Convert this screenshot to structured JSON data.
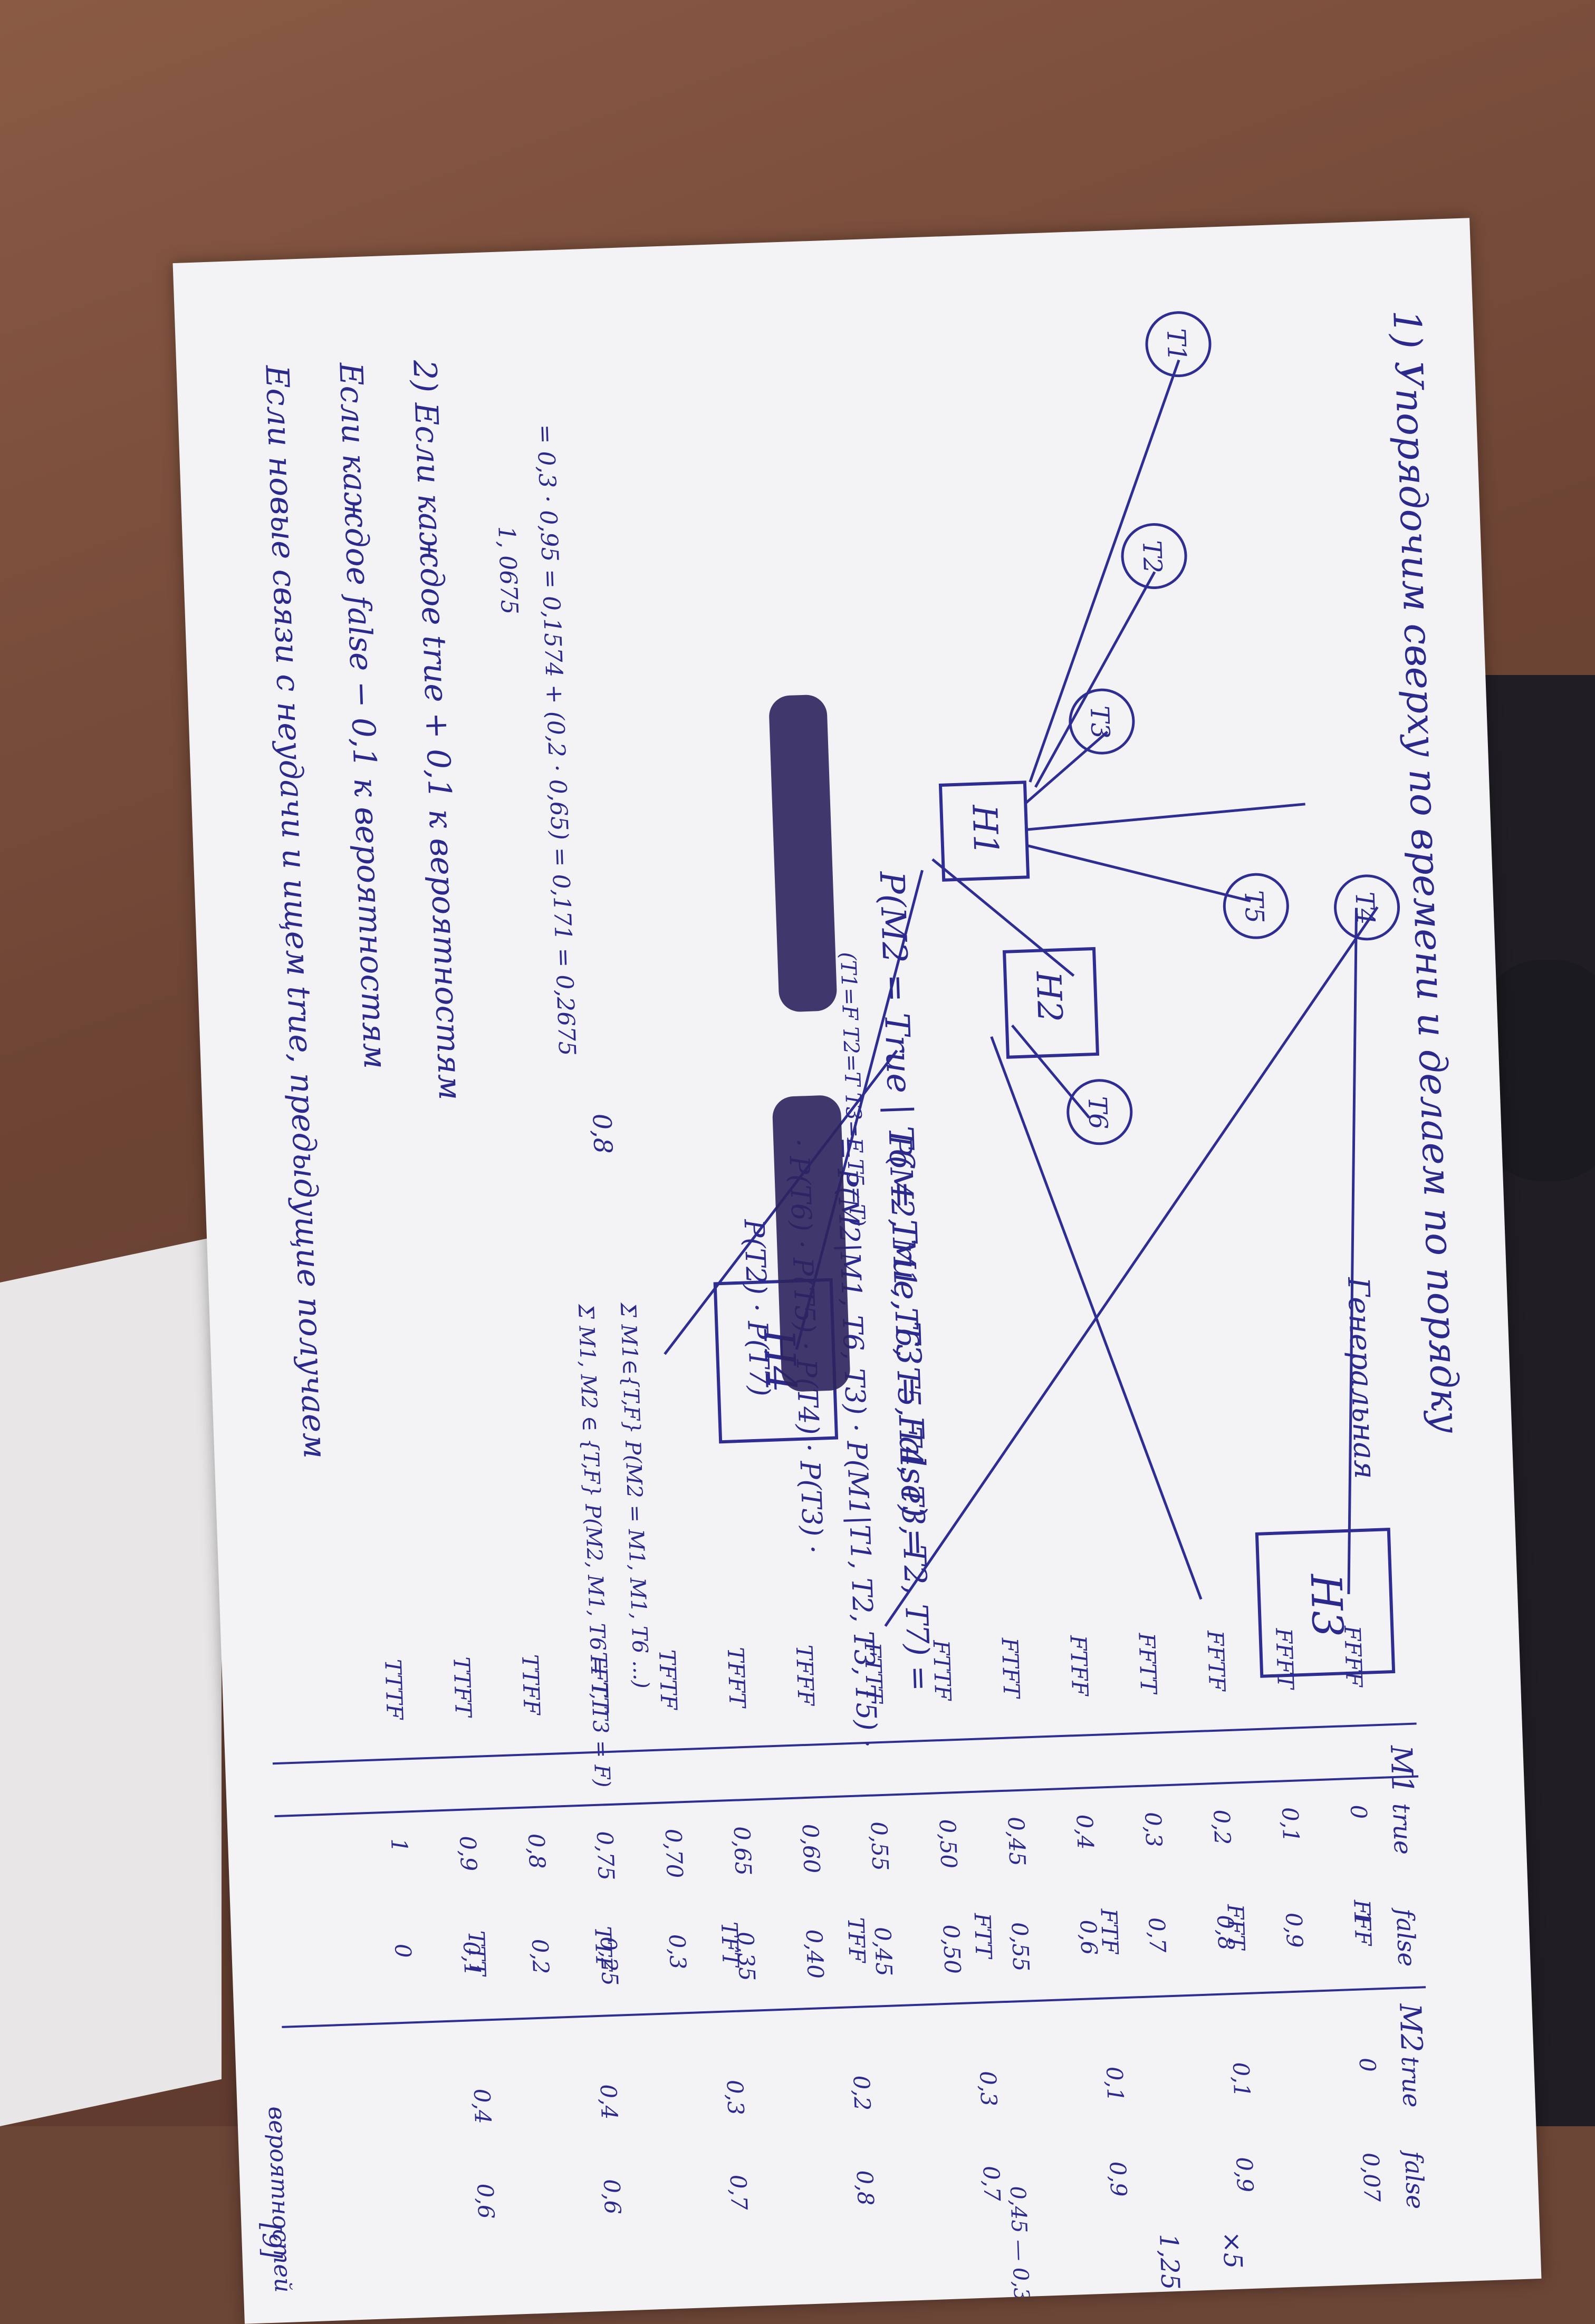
{
  "heading_1": "1) Упорядочим сверху по времени и делаем по порядку",
  "heading_1b": "Генеральная",
  "nodes": {
    "h1": "H1",
    "h2": "H2",
    "h3": "H3",
    "h4": "H4",
    "t1": "T1",
    "t2": "T2",
    "t3": "T3",
    "t4": "T4",
    "t5": "T5",
    "t6": "T6"
  },
  "formulas": {
    "joint": "P(M2, M1, T6, T5, T4, T3, T2, T7) =",
    "factor_1": "= P(M2|M1, T6, T3) · P(M1|T1, T2, T3, T5) ·",
    "factor_2": "· P(T6) · P(T5) · P(T4) · P(T3) ·",
    "factor_3": "P(T2) · P(T7)",
    "conditional": "P(M2 = True | T6 = True, T3 = False) =",
    "conditional_sub": "(T1=F T2=T T3=F T5=T)",
    "sum_1": "Σ M1∈{T,F} P(M2 = M1, M1, T6 ...)",
    "sum_2": "Σ M1, M2 ∈ {T,F} P(M2, M1, T6 = T, T3 = F)",
    "numerator": "= 0,3 · 0,95 = 0,1574 + (0,2 · 0,65) = 0,171 = 0,2675",
    "denominator": "1, 0675",
    "result": "0,8"
  },
  "table_1": {
    "title": "M1",
    "columns": [
      "",
      "true",
      "false"
    ],
    "rows": [
      [
        "FFFF",
        "0",
        "1"
      ],
      [
        "FFFT",
        "0,1",
        "0,9"
      ],
      [
        "FFTF",
        "0,2",
        "0,8"
      ],
      [
        "FFTT",
        "0,3",
        "0,7"
      ],
      [
        "FTFF",
        "0,4",
        "0,6"
      ],
      [
        "FTFT",
        "0,45",
        "0,55"
      ],
      [
        "FTTF",
        "0,50",
        "0,50"
      ],
      [
        "FTTT",
        "0,55",
        "0,45"
      ],
      [
        "TFFF",
        "0,60",
        "0,40"
      ],
      [
        "TFFT",
        "0,65",
        "0,35"
      ],
      [
        "TFTF",
        "0,70",
        "0,3"
      ],
      [
        "TFTT",
        "0,75",
        "0,25"
      ],
      [
        "TTFF",
        "0,8",
        "0,2"
      ],
      [
        "TTFT",
        "0,9",
        "0,1"
      ],
      [
        "TTTF",
        "1",
        "0"
      ]
    ]
  },
  "table_2": {
    "title": "M2",
    "columns": [
      "",
      "true",
      "false"
    ],
    "rows": [
      [
        "FFF",
        "0",
        "0,07"
      ],
      [
        "FFT",
        "0,1",
        "0,9"
      ],
      [
        "FTF",
        "0,1",
        "0,9"
      ],
      [
        "FTT",
        "0,3",
        "0,7"
      ],
      [
        "TFF",
        "0,2",
        "0,8"
      ],
      [
        "TFT",
        "0,3",
        "0,7"
      ],
      [
        "TTF",
        "0,4",
        "0,6"
      ],
      [
        "TTT",
        "0,4",
        "0,6"
      ]
    ]
  },
  "margin_notes": [
    "×5",
    "1,25",
    "0,45 — 0,36"
  ],
  "section_2": {
    "line_1": "2) Если каждое true + 0,1 к вероятностям",
    "line_2": "Если каждое false − 0,1 к вероятностям",
    "line_3": "Если новые связи с неудачи и ищем true, предыдущие получаем",
    "tail": "вероятностей"
  },
  "page_number": "[9]"
}
